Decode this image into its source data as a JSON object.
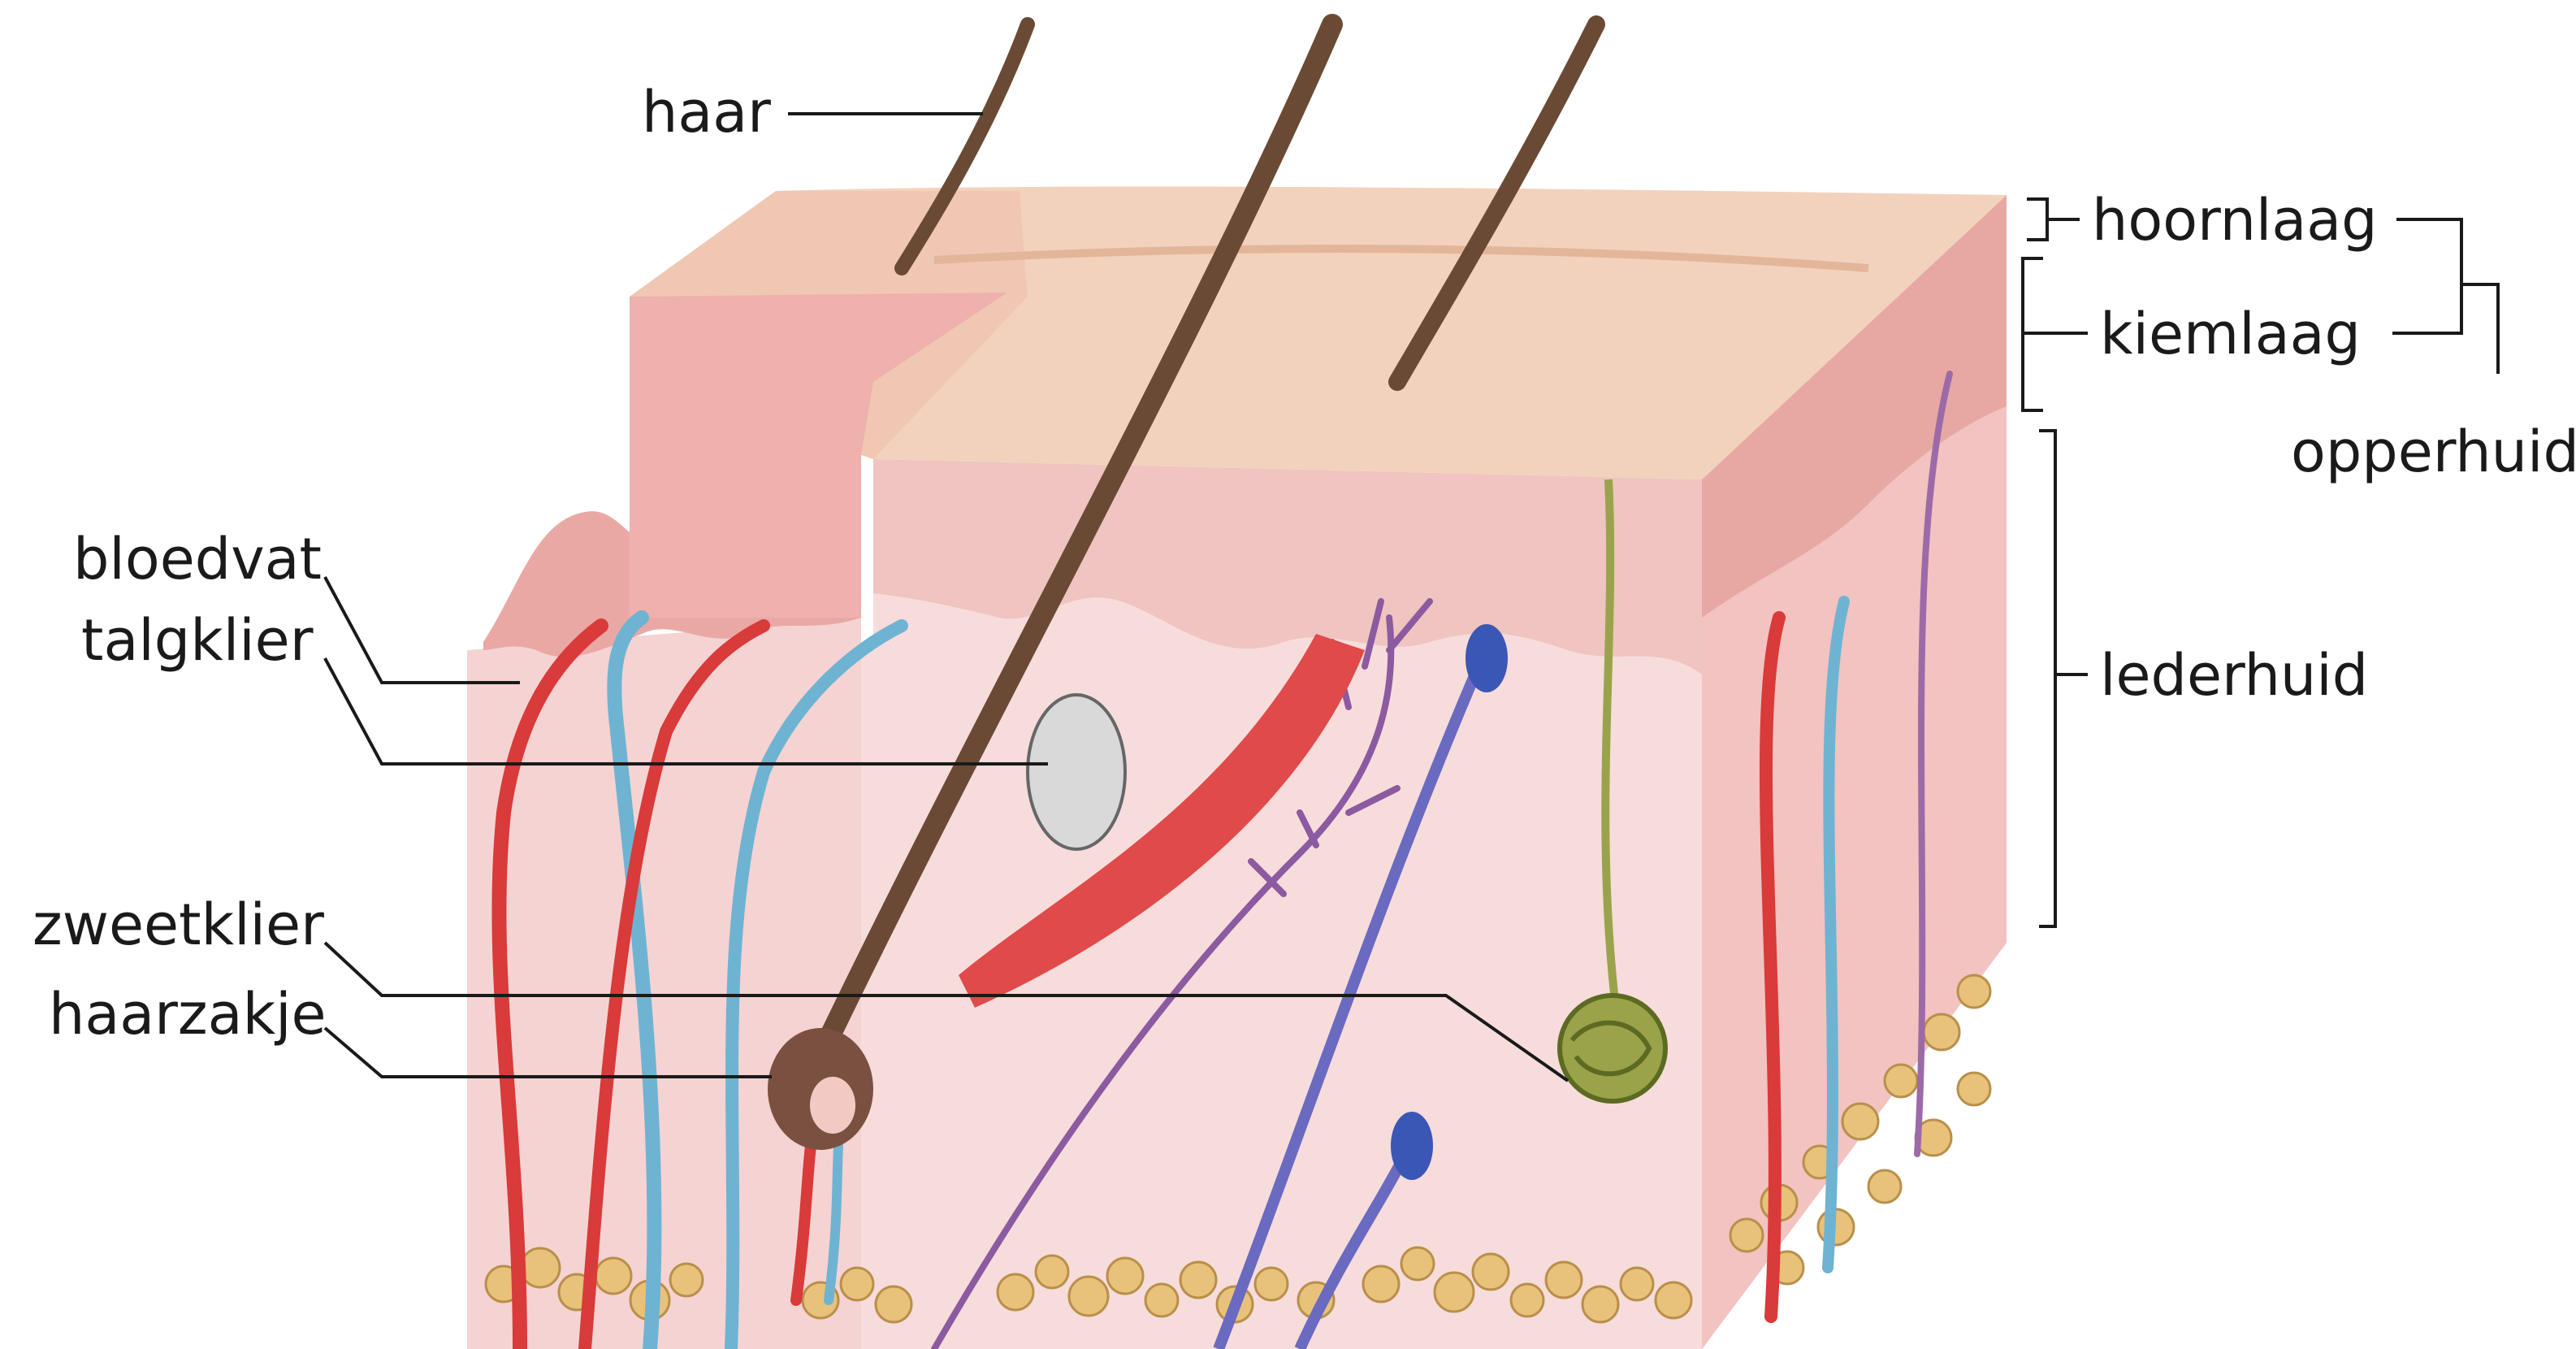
{
  "labels": {
    "haar": "haar",
    "bloedvat": "bloedvat",
    "talgklier": "talgklier",
    "zweetklier": "zweetklier",
    "haarzakje": "haarzakje",
    "hoornlaag": "hoornlaag",
    "kiemlaag": "kiemlaag",
    "opperhuid": "opperhuid",
    "lederhuid": "lederhuid"
  },
  "colors": {
    "skin_top": "#f3d2bd",
    "skin_side": "#efbcb6",
    "skin_right": "#e7a8a4",
    "dermis": "#f7d9d8",
    "artery": "#d93a3a",
    "vein": "#6fb3d2",
    "nerve": "#8b5aa0",
    "hair": "#6b4a35",
    "fat": "#e8c27a",
    "gland": "#9aa34a",
    "sebaceous": "#c8c8c8",
    "muscle": "#e04a4a",
    "sweat_duct_blue": "#3b57b5"
  }
}
